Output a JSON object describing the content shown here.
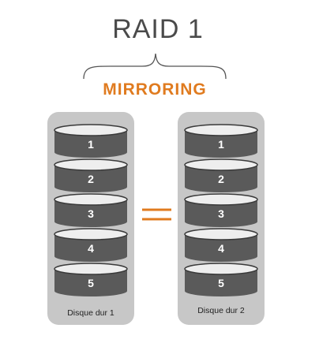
{
  "title": "RAID 1",
  "subtitle": "MIRRORING",
  "drives": [
    {
      "label": "Disque dur 1",
      "disks": [
        "1",
        "2",
        "3",
        "4",
        "5"
      ]
    },
    {
      "label": "Disque dur 2",
      "disks": [
        "1",
        "2",
        "3",
        "4",
        "5"
      ]
    }
  ],
  "colors": {
    "title": "#4a4a4a",
    "accent": "#e07b1f",
    "brace": "#555555",
    "drive_panel": "#c7c7c7",
    "disk_body": "#5a5a5a",
    "disk_top": "#eeeeee",
    "disk_top_edge": "#3a3a3a"
  }
}
